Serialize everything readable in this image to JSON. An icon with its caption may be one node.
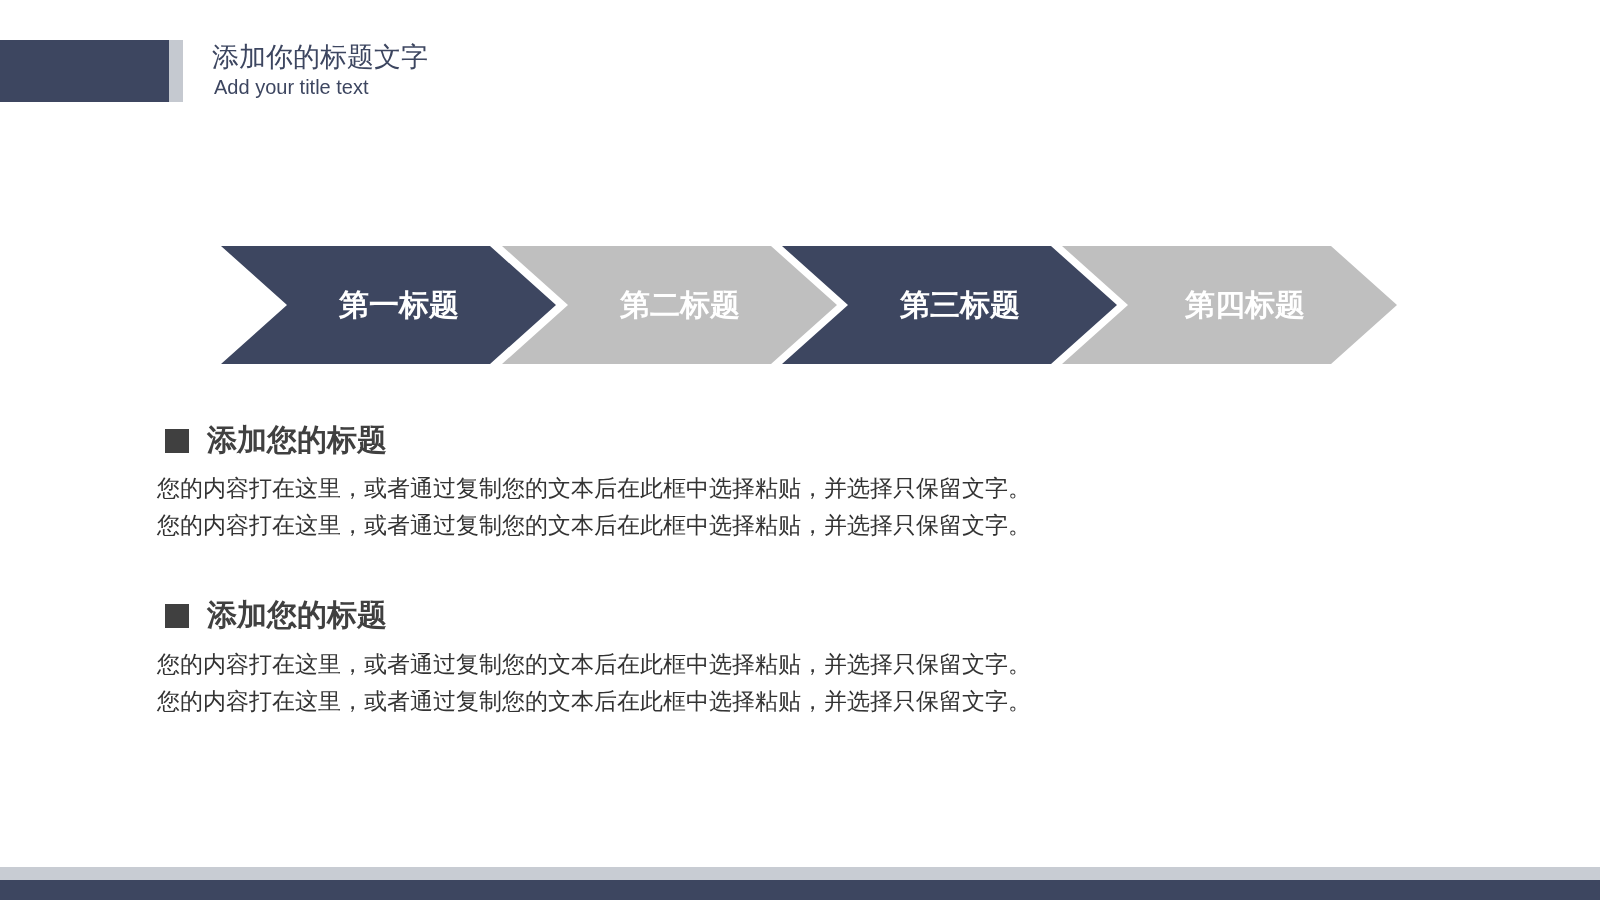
{
  "diagram": {
    "title": "添加你的标题文字",
    "nodes": [
      {
        "text": [
          "第一标题"
        ]
      },
      {
        "text": [
          "第二标题"
        ]
      },
      {
        "text": [
          "第三标题"
        ]
      },
      {
        "text": [
          "第四标题"
        ]
      }
    ],
    "labels": [
      "Add your title text",
      "添加您的标题",
      "您的内容打在这里，或者通过复制您的文本后在此框中选择粘贴，并选择只保留文字。",
      "您的内容打在这里，或者通过复制您的文本后在此框中选择粘贴，并选择只保留文字。",
      "添加您的标题",
      "您的内容打在这里，或者通过复制您的文本后在此框中选择粘贴，并选择只保留文字。",
      "您的内容打在这里，或者通过复制您的文本后在此框中选择粘贴，并选择只保留文字。"
    ]
  }
}
